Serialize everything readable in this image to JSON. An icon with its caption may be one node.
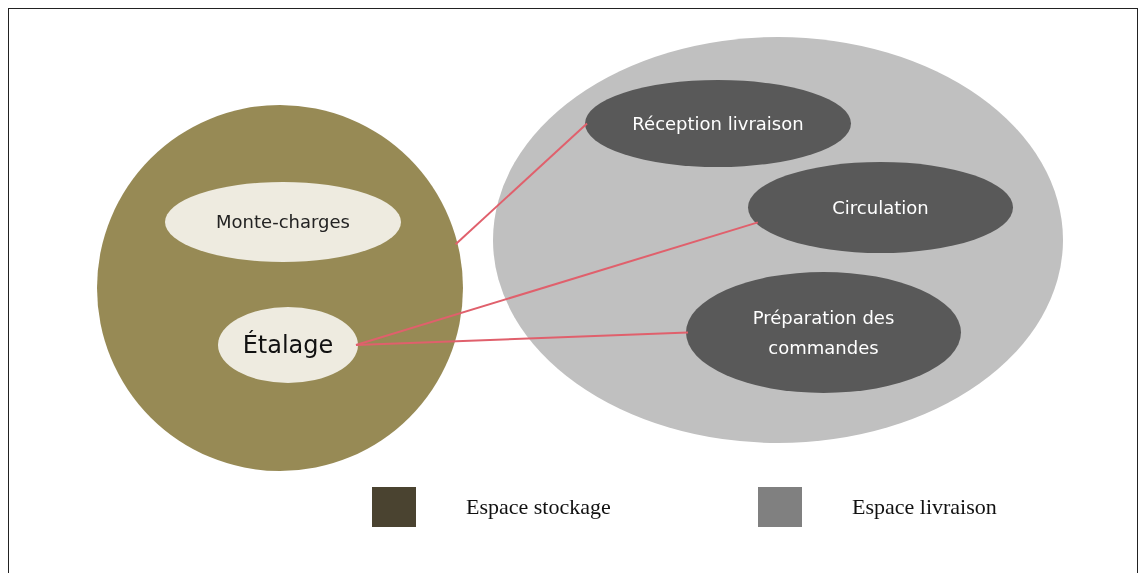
{
  "diagram": {
    "nodes": [
      {
        "text": [],
        "shape": "circle"
      },
      {
        "text": [
          "Monte-charges"
        ],
        "in": 0
      },
      {
        "text": [
          "Étalage"
        ],
        "in": 0
      },
      {
        "text": [],
        "shape": "ellipse"
      },
      {
        "text": [
          "Réception livraison"
        ],
        "in": 3
      },
      {
        "text": [
          "Circulation"
        ],
        "in": 3
      },
      {
        "text": [
          "Préparation des commandes"
        ],
        "in": 3
      }
    ],
    "edges": [
      {
        "from": 0,
        "to": 4,
        "arrow": "none"
      },
      {
        "from": 2,
        "to": 5,
        "arrow": "none"
      },
      {
        "from": 2,
        "to": 6,
        "arrow": "none"
      }
    ],
    "legend": [
      {
        "text": "Espace stockage",
        "color": "#4a4330"
      },
      {
        "text": "Espace livraison",
        "color": "#808080"
      }
    ]
  }
}
